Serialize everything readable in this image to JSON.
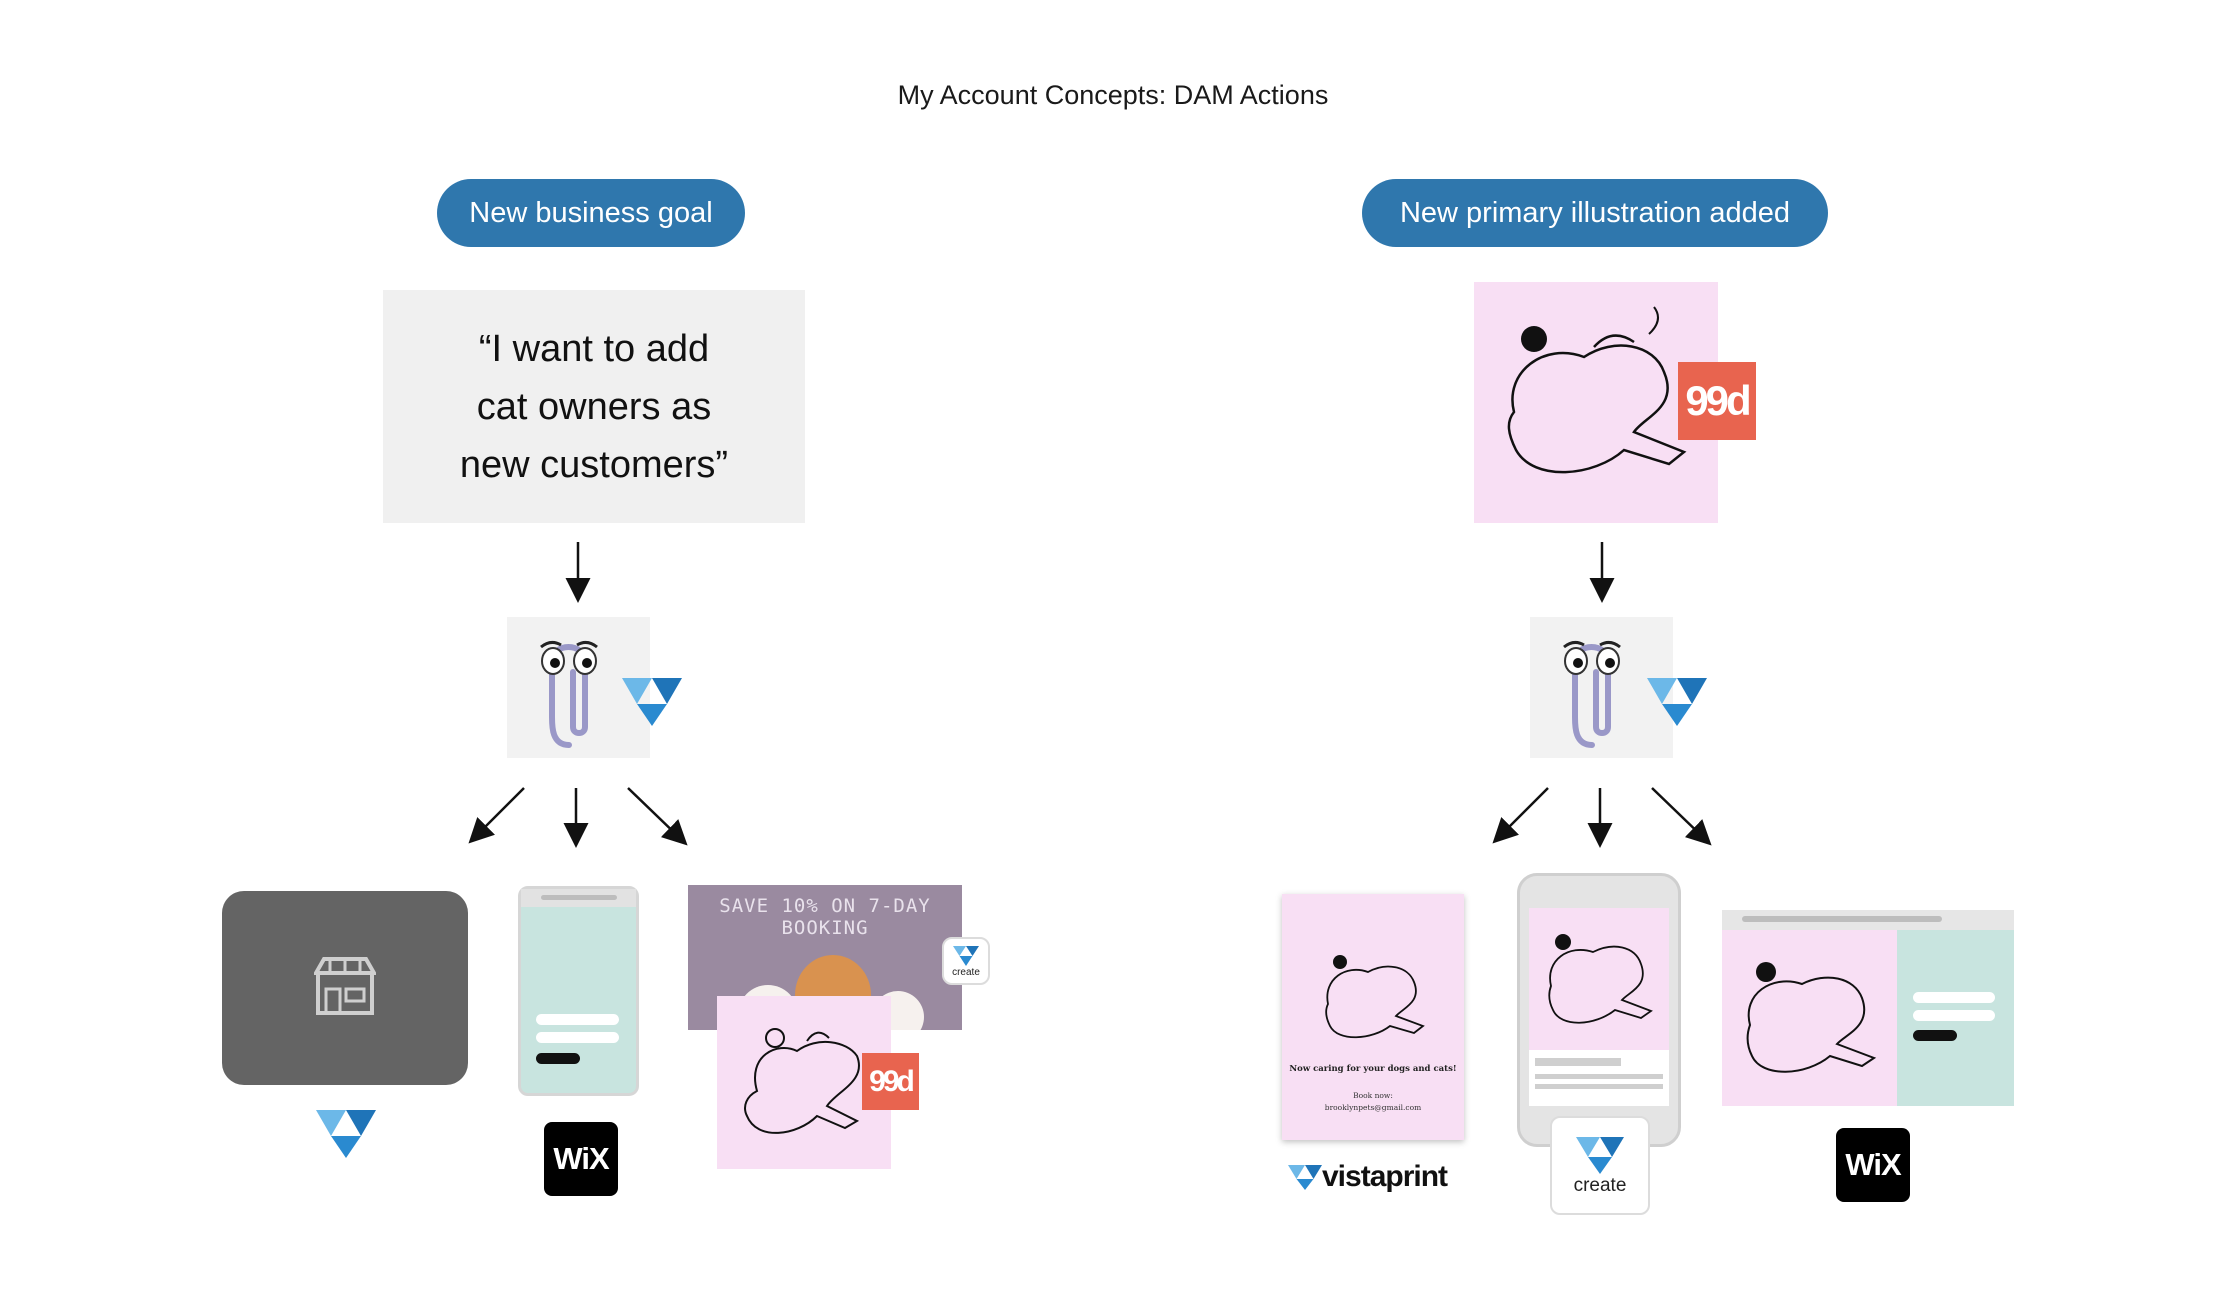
{
  "title": "My Account Concepts: DAM Actions",
  "left": {
    "goal_label": "New business goal",
    "quote": "“I want to add\ncat owners as\nnew customers”",
    "promo_text": "SAVE 10% ON 7-DAY BOOKING",
    "create_badge_label": "create",
    "badge_99d": "99d",
    "wix_label": "WiX"
  },
  "right": {
    "goal_label": "New primary illustration added",
    "badge_99d": "99d",
    "poster": {
      "headline": "Now caring for your dogs and cats!",
      "book_now": "Book now:",
      "email": "brooklynpets@gmail.com"
    },
    "vistaprint_label": "vistaprint",
    "create_label": "create",
    "wix_label": "WiX"
  },
  "colors": {
    "pill_blue": "#2f77ad",
    "pink": "#f8dff4",
    "mint": "#c8e4df",
    "badge_red": "#e8644f",
    "vista_blue": "#2a8ad0"
  }
}
